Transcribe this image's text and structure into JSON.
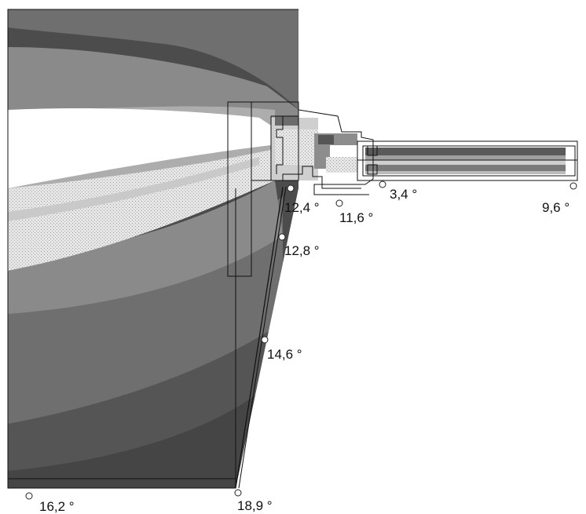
{
  "temperature_points": [
    {
      "id": "p-12-4",
      "label": "12,4 °"
    },
    {
      "id": "p-11-6",
      "label": "11,6 °"
    },
    {
      "id": "p-3-4",
      "label": "3,4 °"
    },
    {
      "id": "p-9-6",
      "label": "9,6 °"
    },
    {
      "id": "p-12-8",
      "label": "12,8 °"
    },
    {
      "id": "p-14-6",
      "label": "14,6 °"
    },
    {
      "id": "p-16-2",
      "label": "16,2 °"
    },
    {
      "id": "p-18-9",
      "label": "18,9 °"
    }
  ],
  "colors": {
    "darkest": "#4a4a4a",
    "dark": "#6c6c6c",
    "mid": "#8d8d8d",
    "light": "#adadad",
    "lighter": "#cfcfcf",
    "white": "#ffffff",
    "outline": "#111111"
  }
}
